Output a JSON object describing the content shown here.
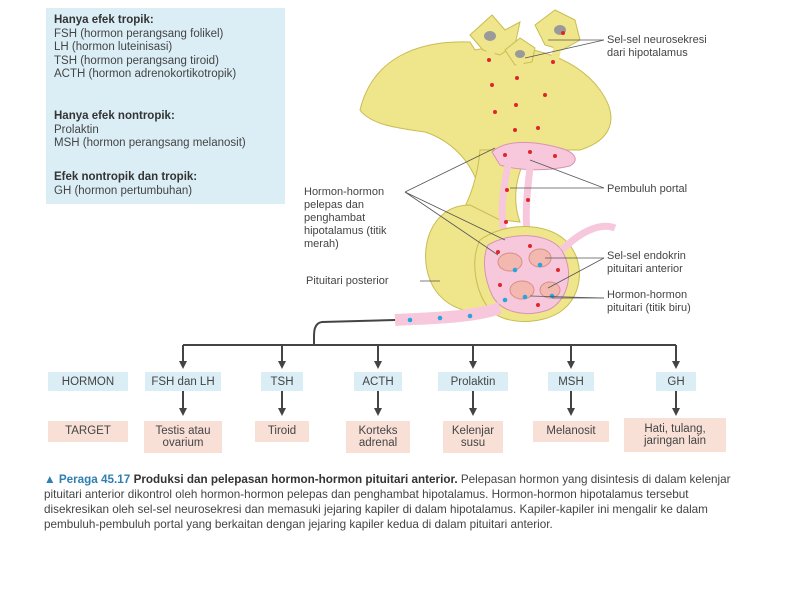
{
  "legend": {
    "sections": [
      {
        "heading": "Hanya efek tropik:",
        "lines": [
          "FSH (hormon perangsang folikel)",
          "LH (hormon luteinisasi)",
          "TSH (hormon perangsang tiroid)",
          "ACTH (hormon adrenokortikotropik)"
        ]
      },
      {
        "heading": "Hanya efek nontropik:",
        "lines": [
          "Prolaktin",
          "MSH (hormon perangsang melanosit)"
        ]
      },
      {
        "heading": "Efek nontropik dan tropik:",
        "lines": [
          "GH (hormon pertumbuhan)"
        ]
      }
    ]
  },
  "labels": {
    "neurosecretory": "Sel-sel neurosekresi dari hipotalamus",
    "portal": "Pembuluh portal",
    "releasing": "Hormon-hormon pelepas dan penghambat hipotalamus (titik merah)",
    "posterior": "Pituitari posterior",
    "endocrine": "Sel-sel endokrin pituitari anterior",
    "pituitary_hormones": "Hormon-hormon pituitari (titik biru)"
  },
  "flow": {
    "row_hormone_label": "HORMON",
    "row_target_label": "TARGET",
    "hormones": [
      "FSH dan LH",
      "TSH",
      "ACTH",
      "Prolaktin",
      "MSH",
      "GH"
    ],
    "targets": [
      "Testis atau ovarium",
      "Tiroid",
      "Korteks adrenal",
      "Kelenjar susu",
      "Melanosit",
      "Hati, tulang, jaringan lain"
    ]
  },
  "caption": {
    "marker": "▲",
    "figure": "Peraga 45.17",
    "title": "Produksi dan pelepasan hormon-hormon pituitari anterior.",
    "body": "Pelepasan hormon yang disintesis di dalam kelenjar pituitari anterior dikontrol oleh hormon-hormon pelepas dan penghambat hipotalamus. Hormon-hormon hipotalamus tersebut disekresikan oleh sel-sel neurosekresi dan memasuki jejaring kapiler di dalam hipotalamus. Kapiler-kapiler ini mengalir ke dalam pembuluh-pembuluh portal yang berkaitan dengan jejaring kapiler kedua di dalam pituitari anterior."
  },
  "colors": {
    "legend_bg": "#dbeef6",
    "target_bg": "#f8e0d7",
    "tissue": "#efe58a",
    "vessel": "#f7c8dc",
    "red_dot": "#e0242c",
    "blue_dot": "#2aa4dc",
    "accent_blue": "#2f7fb2"
  }
}
